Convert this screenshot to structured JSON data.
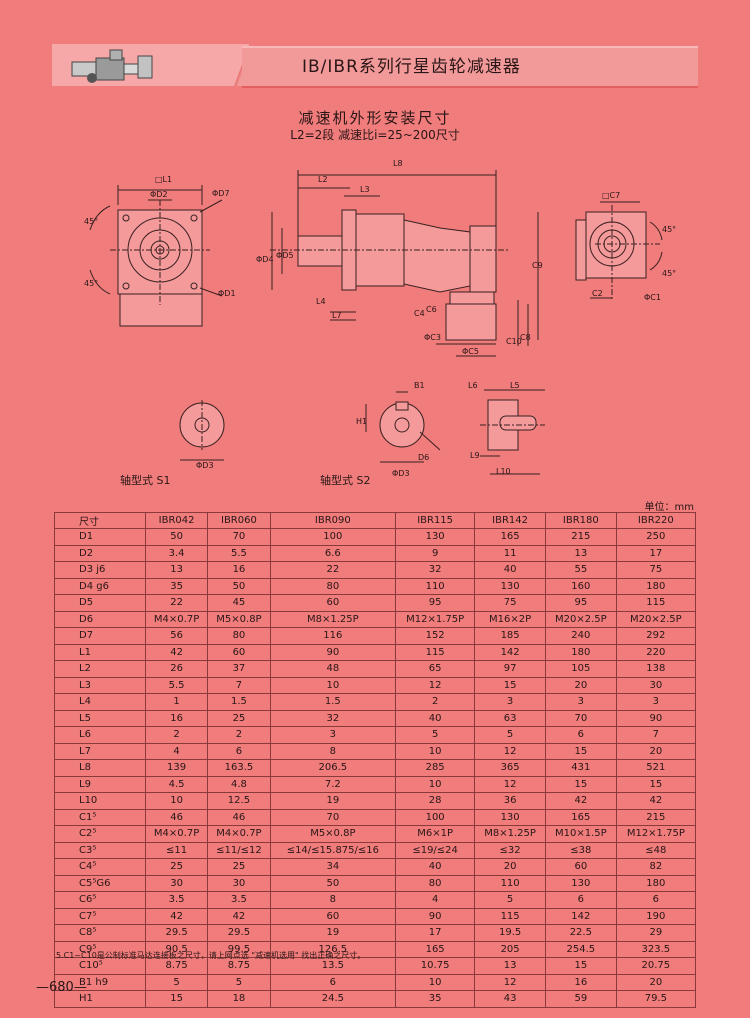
{
  "header": {
    "title": "IB/IBR系列行星齿轮减速器"
  },
  "heading": {
    "main": "减速机外形安装尺寸",
    "sub": "L2=2段 减速比i=25~200尺寸"
  },
  "dims": {
    "L1": "□L1",
    "D2": "ΦD2",
    "D7": "ΦD7",
    "D1": "ΦD1",
    "deg45": "45°",
    "L8": "L8",
    "L2": "L2",
    "L3": "L3",
    "D4": "ΦD4",
    "D5": "ΦD5",
    "L4": "L4",
    "L7": "L7",
    "C4": "C4",
    "C6": "C6",
    "C3": "ΦC3",
    "C5": "ΦC5",
    "C10": "C10",
    "C8": "C8",
    "C9": "C9",
    "C7": "□C7",
    "C2": "C2",
    "C1": "ΦC1",
    "B1": "B1",
    "H1": "H1",
    "D3": "ΦD3",
    "D6": "D6",
    "L6": "L6",
    "L5": "L5",
    "L9": "L9",
    "L10": "L10"
  },
  "shaft_labels": {
    "s1": "轴型式 S1",
    "s2": "轴型式 S2"
  },
  "unit": "单位：mm",
  "table": {
    "header": [
      "尺寸",
      "IBR042",
      "IBR060",
      "IBR090",
      "IBR115",
      "IBR142",
      "IBR180",
      "IBR220"
    ],
    "rows": [
      [
        "D1",
        "50",
        "70",
        "100",
        "130",
        "165",
        "215",
        "250"
      ],
      [
        "D2",
        "3.4",
        "5.5",
        "6.6",
        "9",
        "11",
        "13",
        "17"
      ],
      [
        "D3 j6",
        "13",
        "16",
        "22",
        "32",
        "40",
        "55",
        "75"
      ],
      [
        "D4 g6",
        "35",
        "50",
        "80",
        "110",
        "130",
        "160",
        "180"
      ],
      [
        "D5",
        "22",
        "45",
        "60",
        "95",
        "75",
        "95",
        "115"
      ],
      [
        "D6",
        "M4×0.7P",
        "M5×0.8P",
        "M8×1.25P",
        "M12×1.75P",
        "M16×2P",
        "M20×2.5P",
        "M20×2.5P"
      ],
      [
        "D7",
        "56",
        "80",
        "116",
        "152",
        "185",
        "240",
        "292"
      ],
      [
        "L1",
        "42",
        "60",
        "90",
        "115",
        "142",
        "180",
        "220"
      ],
      [
        "L2",
        "26",
        "37",
        "48",
        "65",
        "97",
        "105",
        "138"
      ],
      [
        "L3",
        "5.5",
        "7",
        "10",
        "12",
        "15",
        "20",
        "30"
      ],
      [
        "L4",
        "1",
        "1.5",
        "1.5",
        "2",
        "3",
        "3",
        "3"
      ],
      [
        "L5",
        "16",
        "25",
        "32",
        "40",
        "63",
        "70",
        "90"
      ],
      [
        "L6",
        "2",
        "2",
        "3",
        "5",
        "5",
        "6",
        "7"
      ],
      [
        "L7",
        "4",
        "6",
        "8",
        "10",
        "12",
        "15",
        "20"
      ],
      [
        "L8",
        "139",
        "163.5",
        "206.5",
        "285",
        "365",
        "431",
        "521"
      ],
      [
        "L9",
        "4.5",
        "4.8",
        "7.2",
        "10",
        "12",
        "15",
        "15"
      ],
      [
        "L10",
        "10",
        "12.5",
        "19",
        "28",
        "36",
        "42",
        "42"
      ],
      [
        "C1⁵",
        "46",
        "46",
        "70",
        "100",
        "130",
        "165",
        "215"
      ],
      [
        "C2⁵",
        "M4×0.7P",
        "M4×0.7P",
        "M5×0.8P",
        "M6×1P",
        "M8×1.25P",
        "M10×1.5P",
        "M12×1.75P"
      ],
      [
        "C3⁵",
        "≤11",
        "≤11/≤12",
        "≤14/≤15.875/≤16",
        "≤19/≤24",
        "≤32",
        "≤38",
        "≤48"
      ],
      [
        "C4⁵",
        "25",
        "25",
        "34",
        "40",
        "20",
        "60",
        "82"
      ],
      [
        "C5⁵G6",
        "30",
        "30",
        "50",
        "80",
        "110",
        "130",
        "180"
      ],
      [
        "C6⁵",
        "3.5",
        "3.5",
        "8",
        "4",
        "5",
        "6",
        "6"
      ],
      [
        "C7⁵",
        "42",
        "42",
        "60",
        "90",
        "115",
        "142",
        "190"
      ],
      [
        "C8⁵",
        "29.5",
        "29.5",
        "19",
        "17",
        "19.5",
        "22.5",
        "29"
      ],
      [
        "C9⁵",
        "90.5",
        "99.5",
        "126.5",
        "165",
        "205",
        "254.5",
        "323.5"
      ],
      [
        "C10⁵",
        "8.75",
        "8.75",
        "13.5",
        "10.75",
        "13",
        "15",
        "20.75"
      ],
      [
        "B1 h9",
        "5",
        "5",
        "6",
        "10",
        "12",
        "16",
        "20"
      ],
      [
        "H1",
        "15",
        "18",
        "24.5",
        "35",
        "43",
        "59",
        "79.5"
      ]
    ]
  },
  "note": "5.C1~C10是公制标准马达连接板之尺寸，请上网点选 \"减速机选用\" 找出正确之尺寸。",
  "page_number": "—680—",
  "colors": {
    "background": "#f07c7c",
    "ink": "#2a1616",
    "header": "#f29a9a"
  }
}
